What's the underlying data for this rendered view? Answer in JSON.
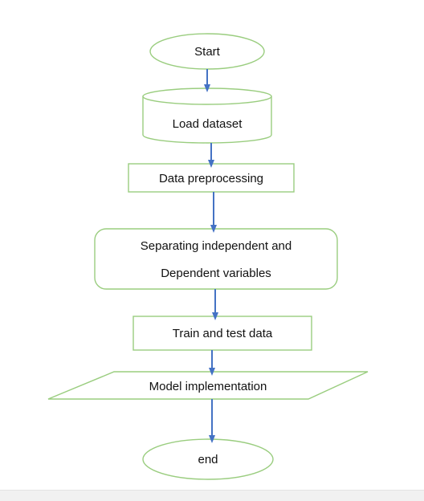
{
  "flowchart": {
    "colors": {
      "node_stroke": "#9ACD7F",
      "node_fill": "#FFFFFF",
      "arrow": "#4472C4",
      "text": "#111111"
    },
    "nodes": {
      "start": {
        "label": "Start"
      },
      "load": {
        "label": "Load dataset"
      },
      "preprocess": {
        "label": "Data preprocessing"
      },
      "separate": {
        "line1": "Separating independent and",
        "line2": "Dependent variables"
      },
      "split": {
        "label": "Train and test data"
      },
      "model": {
        "label": "Model implementation"
      },
      "end": {
        "label": "end"
      }
    }
  }
}
